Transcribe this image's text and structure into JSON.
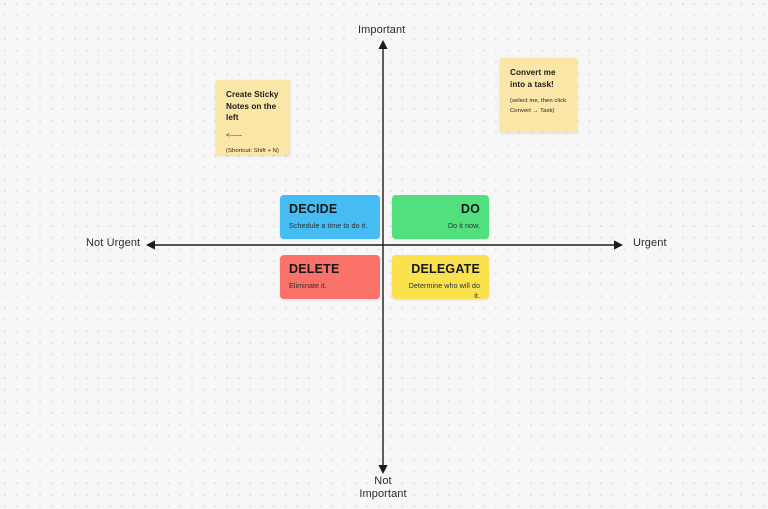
{
  "board": {
    "background_color": "#f7f7f7",
    "dot_color": "#e3e3e3"
  },
  "axes": {
    "vertical_top_label": "Important",
    "vertical_bottom_label": "Not\nImportant",
    "horizontal_left_label": "Not Urgent",
    "horizontal_right_label": "Urgent",
    "line_color": "#1c1c1c"
  },
  "quadrants": [
    {
      "id": "decide",
      "title": "DECIDE",
      "subtitle": "Schedule a time to do it.",
      "color": "#45bdf2",
      "align": "left"
    },
    {
      "id": "do",
      "title": "DO",
      "subtitle": "Do it now.",
      "color": "#52e07f",
      "align": "right"
    },
    {
      "id": "delete",
      "title": "DELETE",
      "subtitle": "Eliminate it.",
      "color": "#fb7268",
      "align": "left"
    },
    {
      "id": "delegate",
      "title": "DELEGATE",
      "subtitle": "Determine who will do it.",
      "color": "#fbe14e",
      "align": "right"
    }
  ],
  "sticky_notes": [
    {
      "id": "create-sticky",
      "color": "#fae7a8",
      "title": "Create Sticky Notes on the left",
      "arrow": "<------",
      "note": "(Shortcut: Shift + N)"
    },
    {
      "id": "convert-task",
      "color": "#fae7a8",
      "title": "Convert me into a task!",
      "body": "(select me, then click\nConvert → Task)"
    }
  ]
}
